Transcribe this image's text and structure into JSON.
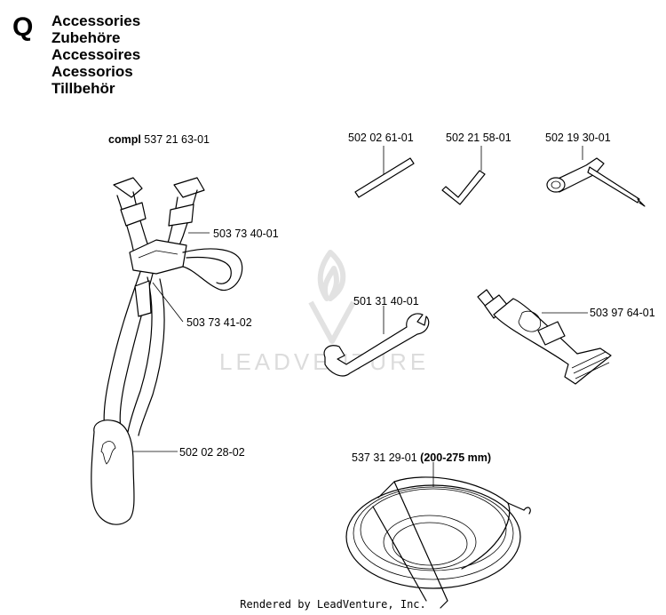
{
  "section": {
    "letter": "Q"
  },
  "titles": [
    "Accessories",
    "Zubehöre",
    "Accessoires",
    "Acessorios",
    "Tillbehör"
  ],
  "parts": {
    "harness_compl_prefix": "compl",
    "harness_compl_number": "537 21 63-01",
    "buckle_upper": "503 73 40-01",
    "buckle_lower": "503 73 41-02",
    "hip_pad": "502 02 28-02",
    "rod": "502 02 61-01",
    "hex_key": "502 21 58-01",
    "combination_spanner": "502 19 30-01",
    "open_wrench": "501 31 40-01",
    "grease_tube": "503 97 64-01",
    "trimmer_line_number": "537 31 29-01",
    "trimmer_line_size": "(200-275 mm)"
  },
  "watermark": {
    "text": "LEADVENTURE"
  },
  "footer": {
    "text": "Rendered by LeadVenture, Inc."
  }
}
